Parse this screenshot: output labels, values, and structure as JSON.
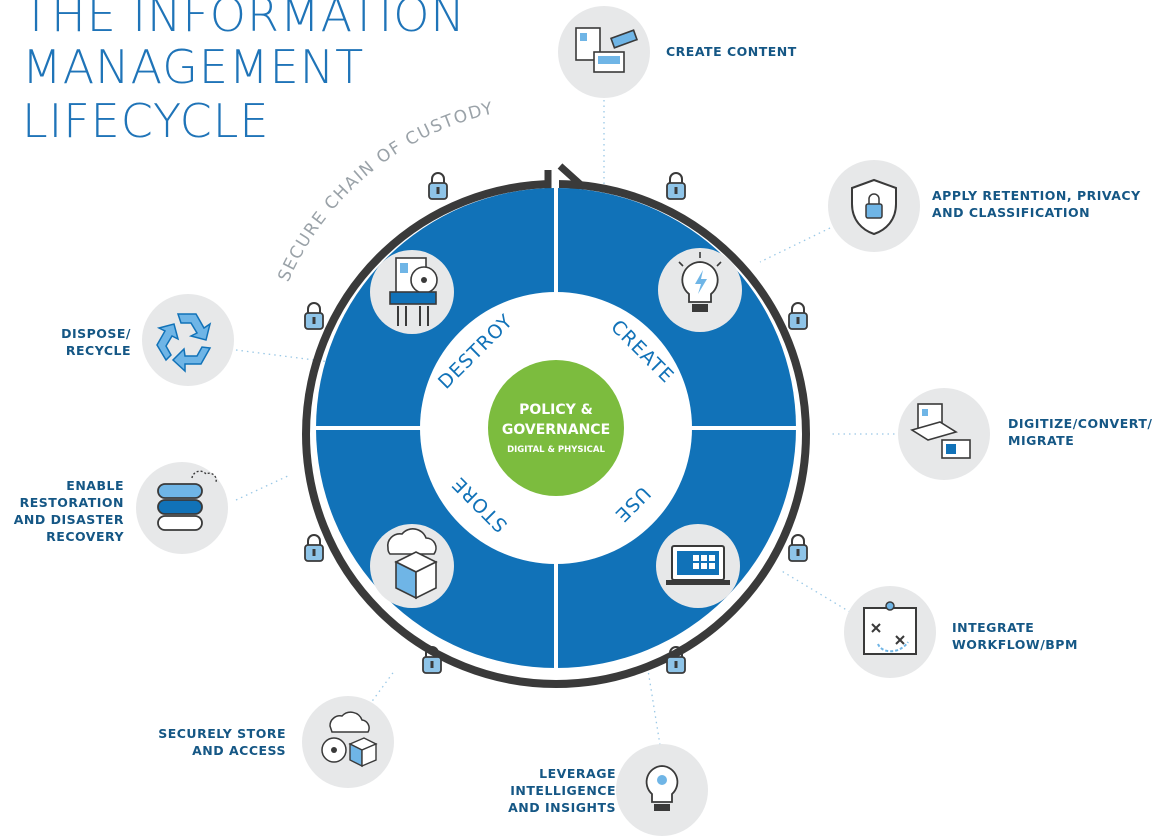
{
  "title": {
    "line1": "THE INFORMATION",
    "line2": "MANAGEMENT",
    "line3": "LIFECYCLE"
  },
  "ring_label": "SECURE CHAIN OF CUSTODY",
  "center": {
    "line1": "POLICY &",
    "line2": "GOVERNANCE",
    "line3": "DIGITAL & PHYSICAL"
  },
  "phases": {
    "create": "CREATE",
    "use": "USE",
    "store": "STORE",
    "destroy": "DESTROY"
  },
  "steps": {
    "create_content": [
      "CREATE CONTENT"
    ],
    "apply_retention": [
      "APPLY RETENTION, PRIVACY",
      "AND CLASSIFICATION"
    ],
    "digitize": [
      "DIGITIZE/CONVERT/",
      "MIGRATE"
    ],
    "integrate": [
      "INTEGRATE",
      "WORKFLOW/BPM"
    ],
    "leverage": [
      "LEVERAGE",
      "INTELLIGENCE",
      "AND INSIGHTS"
    ],
    "securely_store": [
      "SECURELY STORE",
      "AND ACCESS"
    ],
    "restoration": [
      "ENABLE",
      "RESTORATION",
      "AND DISASTER",
      "RECOVERY"
    ],
    "dispose": [
      "DISPOSE/",
      "RECYCLE"
    ]
  },
  "colors": {
    "blue": "#1172b8",
    "green": "#7cbc3e",
    "ring": "#3a3a3a",
    "circle_bg": "#e7e8e9",
    "lock": "#8ec4e8",
    "text": "#155785"
  }
}
